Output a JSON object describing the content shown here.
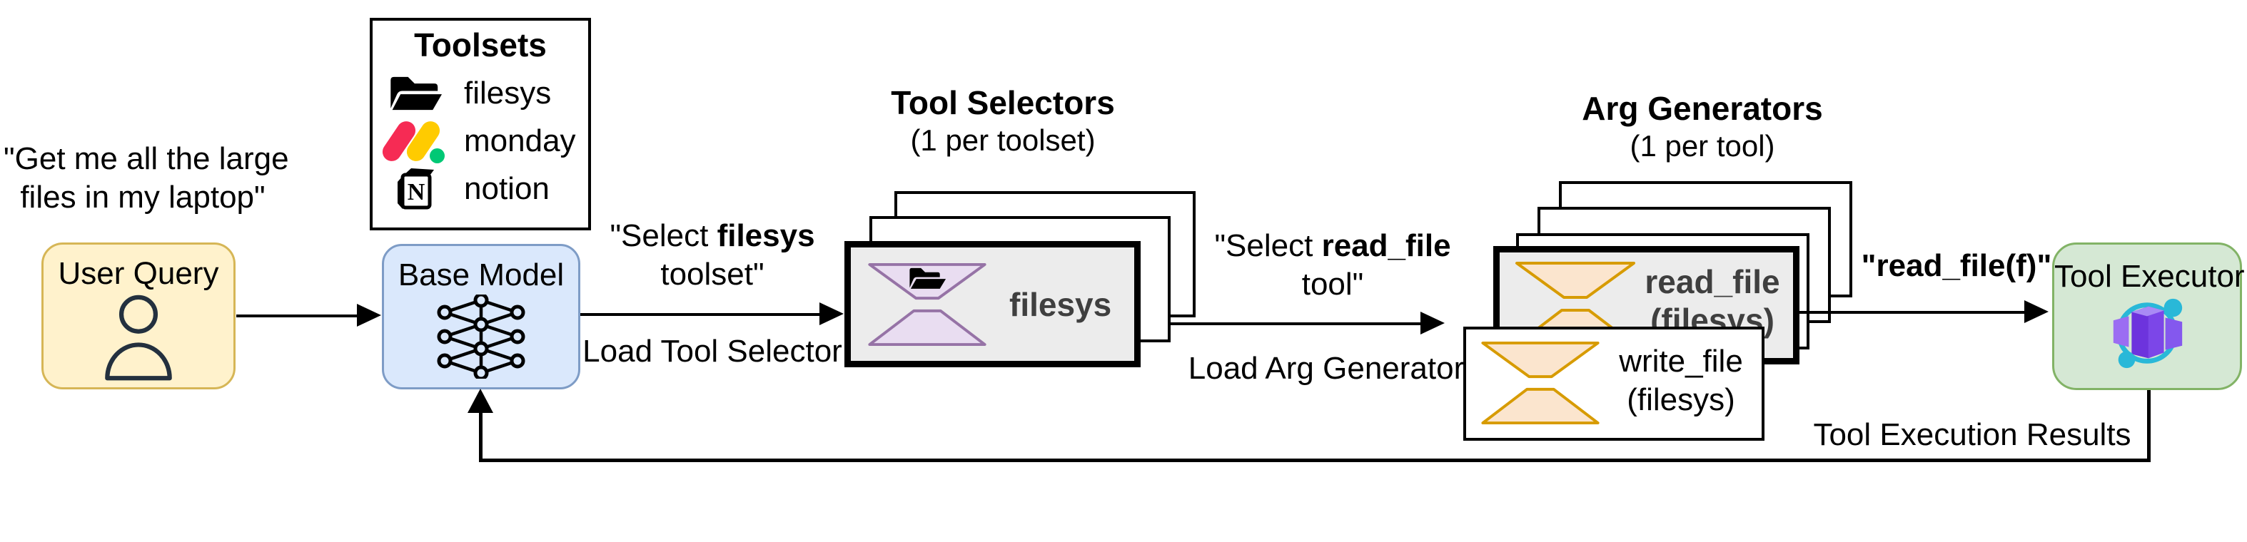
{
  "quote": {
    "line1": "\"Get me all the large",
    "line2": "files in my laptop\""
  },
  "user_query": {
    "label": "User Query",
    "icon": "person-icon",
    "fill": "#FFF2CC",
    "border_color": "#D6B656"
  },
  "toolsets": {
    "title": "Toolsets",
    "items": [
      {
        "icon": "folder-open-icon",
        "label": "filesys"
      },
      {
        "icon": "monday-logo-icon",
        "label": "monday"
      },
      {
        "icon": "notion-logo-icon",
        "label": "notion"
      }
    ]
  },
  "base_model": {
    "label": "Base Model",
    "icon": "neural-network-icon",
    "fill": "#DAE8FC",
    "border_color": "#7E9CC6"
  },
  "tool_selectors": {
    "title": "Tool Selectors",
    "subtitle": "(1 per toolset)",
    "front_card": {
      "label": "filesys",
      "icon": "funnel-hourglass-folder-icon"
    },
    "accent_color": "#9673A6",
    "card_fill": "#ECECEC"
  },
  "arg_generators": {
    "title": "Arg Generators",
    "subtitle": "(1 per tool)",
    "front_card": {
      "label": "read_file",
      "sublabel": "(filesys)",
      "icon": "funnel-hourglass-icon"
    },
    "overlay_card": {
      "label": "write_file",
      "sublabel": "(filesys)",
      "icon": "funnel-hourglass-icon"
    },
    "accent_color": "#D79B00",
    "card_fill": "#ECECEC"
  },
  "tool_executor": {
    "label": "Tool Executor",
    "icon": "container-cube-icon",
    "fill": "#D5E8D4",
    "border_color": "#82B366"
  },
  "labels": {
    "select_toolset_prefix": "\"Select ",
    "select_toolset_bold": "filesys",
    "select_toolset_line2": "toolset\"",
    "load_tool_selector": "Load Tool Selector",
    "select_tool_prefix": "\"Select ",
    "select_tool_bold": "read_file",
    "select_tool_line2": "tool\"",
    "load_arg_generator": "Load Arg Generator",
    "tool_call": "\"read_file(f)\"",
    "results": "Tool Execution Results"
  }
}
